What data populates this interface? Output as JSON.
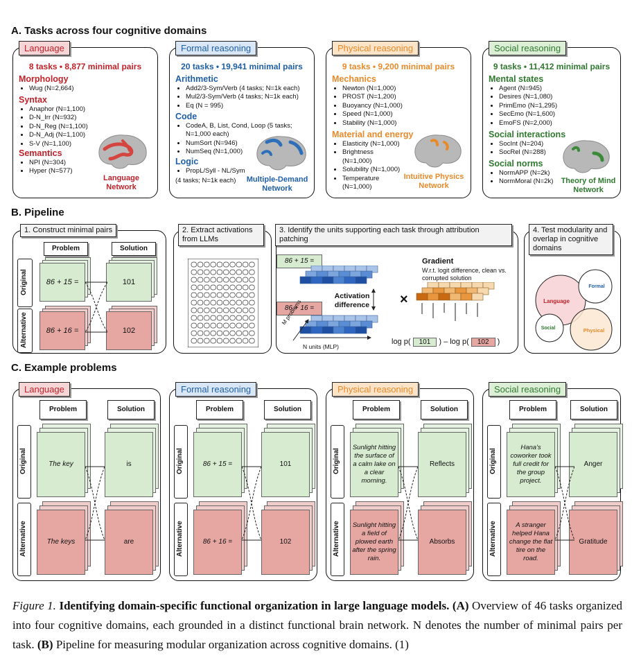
{
  "sections": {
    "a": "A. Tasks across four cognitive domains",
    "b": "B. Pipeline",
    "c": "C. Example problems"
  },
  "domains": [
    {
      "tag": "Language",
      "stat": "8 tasks • 8,877 minimal pairs",
      "network": "Language Network",
      "groups": [
        {
          "title": "Morphology",
          "items": [
            "Wug (N=2,664)"
          ]
        },
        {
          "title": "Syntax",
          "items": [
            "Anaphor (N=1,100)",
            "D-N_Irr (N=932)",
            "D-N_Reg (N=1,100)",
            "D-N_Adj (N=1,100)",
            "S-V (N=1,100)"
          ]
        },
        {
          "title": "Semantics",
          "items": [
            "NPI (N=304)",
            "Hyper (N=577)"
          ]
        }
      ]
    },
    {
      "tag": "Formal reasoning",
      "stat": "20 tasks • 19,941 minimal pairs",
      "network": "Multiple-Demand Network",
      "groups": [
        {
          "title": "Arithmetic",
          "items": [
            "Add2/3-Sym/Verb (4 tasks; N=1k each)",
            "Mul2/3-Sym/Verb (4 tasks; N=1k each)",
            "Eq (N = 995)"
          ]
        },
        {
          "title": "Code",
          "items": [
            "CodeA, B, List, Cond, Loop (5 tasks; N=1,000 each)",
            "NumSort (N=946)",
            "NumSeq (N=1,000)"
          ]
        },
        {
          "title": "Logic",
          "items": [
            "PropL/Syll - NL/Sym",
            "(4 tasks; N=1k each)"
          ]
        }
      ]
    },
    {
      "tag": "Physical reasoning",
      "stat": "9 tasks • 9,200 minimal pairs",
      "network": "Intuitive Physics Network",
      "groups": [
        {
          "title": "Mechanics",
          "items": [
            "Newton (N=1,000)",
            "PROST (N=1,200)",
            "Buoyancy (N=1,000)",
            "Speed (N=1,000)",
            "Stability (N=1,000)"
          ]
        },
        {
          "title": "Material and energy",
          "items": [
            "Elasticity (N=1,000)",
            "Brightness (N=1,000)",
            "Solubility (N=1,000)",
            "Temperature (N=1,000)"
          ]
        }
      ]
    },
    {
      "tag": "Social reasoning",
      "stat": "9 tasks • 11,412 minimal pairs",
      "network": "Theory of Mind Network",
      "groups": [
        {
          "title": "Mental states",
          "items": [
            "Agent (N=945)",
            "Desires (N=1,080)",
            "PrimEmo (N=1,295)",
            "SecEmo (N=1,600)",
            "EmoFS (N=2,000)"
          ]
        },
        {
          "title": "Social interactions",
          "items": [
            "SocInt (N=204)",
            "SocRel (N=288)"
          ]
        },
        {
          "title": "Social norms",
          "items": [
            "NormAPP (N=2k)",
            "NormMoral (N=2k)"
          ]
        }
      ]
    }
  ],
  "pipeline": {
    "step1": "1. Construct minimal pairs",
    "step2": "2. Extract activations from LLMs",
    "step3": "3. Identify the units supporting each task through attribution patching",
    "step4": "4. Test modularity and overlap in cognitive domains",
    "problem": "Problem",
    "solution": "Solution",
    "original": "Original",
    "alternative": "Alternative",
    "orig_problem": "86 + 15 =",
    "orig_solution": "101",
    "alt_problem": "86 + 16 =",
    "alt_solution": "102",
    "activation_diff": "Activation difference",
    "gradient": "Gradient",
    "gradient_desc": "W.r.t. logit difference, clean vs. corrupted solution",
    "m_problems": "M problems",
    "n_units": "N units (MLP)",
    "log_left": "log p(",
    "log_mid": ") – log p(",
    "log_right": ")",
    "venn": [
      "Language",
      "Formal",
      "Social",
      "Physical"
    ]
  },
  "examples": [
    {
      "tag": "Language",
      "orig_p": "The key",
      "orig_s": "is",
      "alt_p": "The keys",
      "alt_s": "are"
    },
    {
      "tag": "Formal reasoning",
      "orig_p": "86 + 15 =",
      "orig_s": "101",
      "alt_p": "86 + 16 =",
      "alt_s": "102"
    },
    {
      "tag": "Physical reasoning",
      "orig_p": "Sunlight hitting the surface of a calm lake on a clear morning.",
      "orig_s": "Reflects",
      "alt_p": "Sunlight hitting a field of plowed earth after the spring rain.",
      "alt_s": "Absorbs"
    },
    {
      "tag": "Social reasoning",
      "orig_p": "Hana's coworker took full credit for the group project.",
      "orig_s": "Anger",
      "alt_p": "A stranger helped Hana change the flat tire on the road.",
      "alt_s": "Gratitude"
    }
  ],
  "caption": {
    "fig": "Figure 1.",
    "title": "Identifying domain-specific functional organization in large language models.",
    "a": "(A)",
    "text1": "Overview of 46 tasks organized into four cognitive domains, each grounded in a distinct functional brain network. N denotes the number of minimal pairs per task.",
    "b": "(B)",
    "text2": "Pipeline for measuring modular organization across cognitive domains. (1)"
  },
  "colors": {
    "language": "#c0222a",
    "formal": "#1f5fa8",
    "physical": "#e88a2a",
    "social": "#2f7a2f"
  }
}
